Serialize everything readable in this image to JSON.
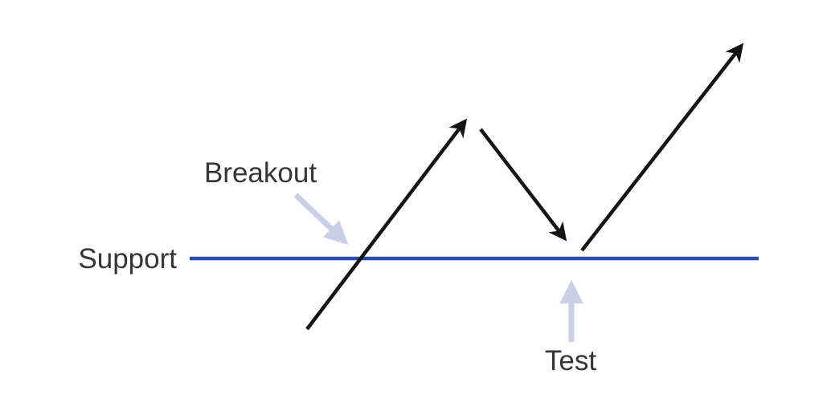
{
  "diagram": {
    "type": "support-breakout-test-pattern",
    "labels": {
      "support": "Support",
      "breakout": "Breakout",
      "test": "Test"
    },
    "colors": {
      "support_line": "#2B4BB0",
      "price_arrows": "#141414",
      "annotation_arrows": "#C9CFE4",
      "text": "#363636",
      "background": "#FFFFFF"
    }
  }
}
